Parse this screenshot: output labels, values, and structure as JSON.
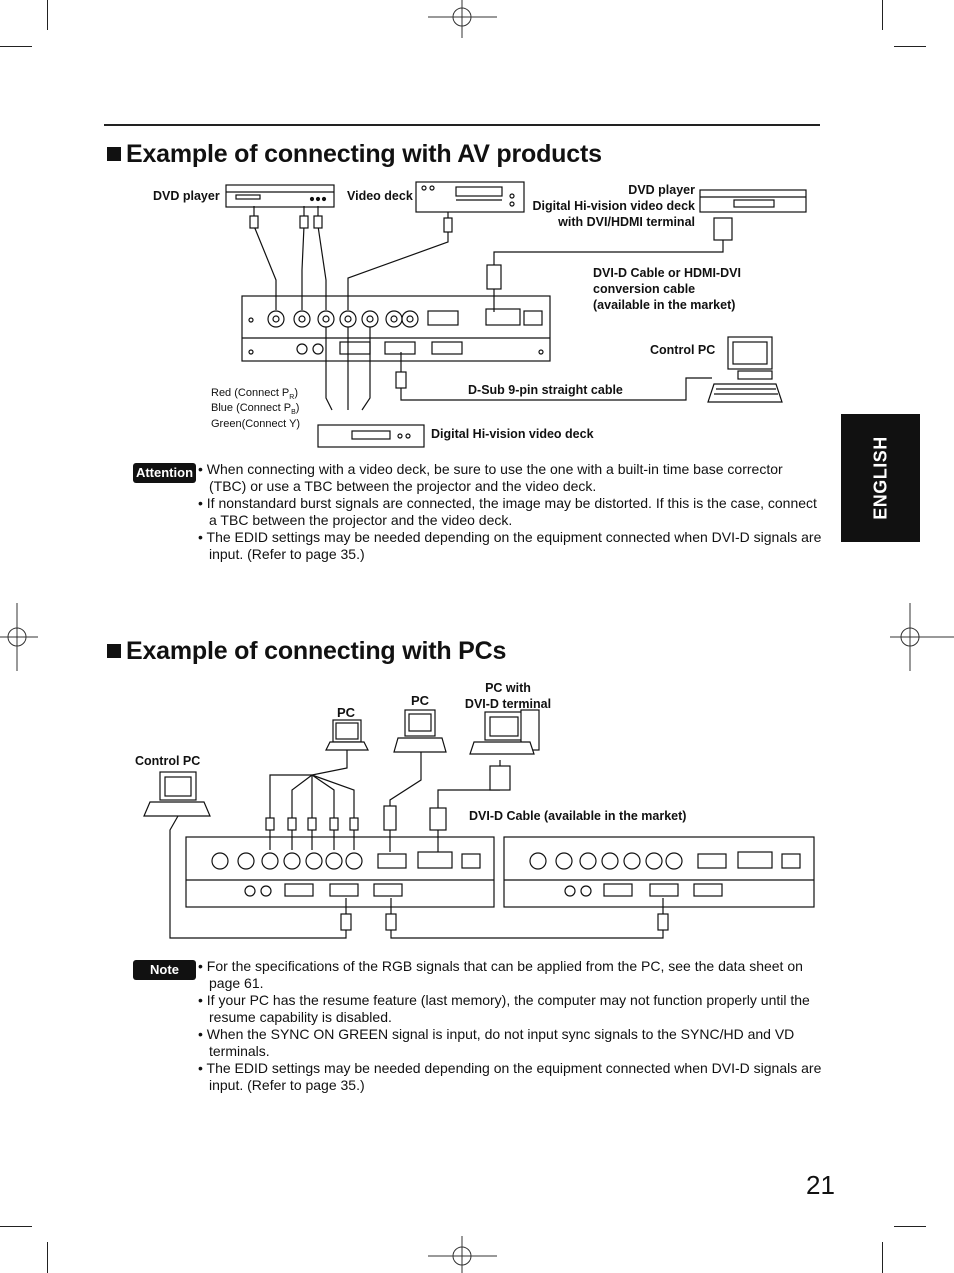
{
  "av_section": {
    "title": "Example of connecting with AV products",
    "labels": {
      "dvd_player": "DVD player",
      "video_deck": "Video deck",
      "dvd_digital": [
        "DVD  player",
        "Digital Hi-vision video deck",
        "with DVI/HDMI terminal"
      ],
      "dvi_cable": [
        "DVI-D Cable or HDMI-DVI",
        "conversion cable",
        "(available in the market)"
      ],
      "control_pc": "Control PC",
      "dsub_cable": "D-Sub 9-pin straight cable",
      "digital_hivision_deck": "Digital Hi-vision video deck",
      "red_connect": "Red (Connect P",
      "red_sub": "R",
      "blue_connect": "Blue (Connect P",
      "blue_sub": "B",
      "green_connect": "Green(Connect Y)",
      "close_paren": ")"
    }
  },
  "attention": {
    "tag": "Attention",
    "items": [
      "• When connecting with a video deck, be sure to use the one with a built-in time base corrector (TBC) or use a TBC between the projector and the video deck.",
      "• If nonstandard burst signals are connected, the image may be distorted. If this is the case, connect a TBC between the projector and the video deck.",
      "• The EDID settings may be needed depending on the equipment connected when DVI-D signals are input. (Refer to page 35.)"
    ]
  },
  "side_tab": "ENGLISH",
  "pc_section": {
    "title": "Example of connecting with PCs",
    "labels": {
      "pc1": "PC",
      "pc2": "PC",
      "pc_dvi": [
        "PC with",
        "DVI-D terminal"
      ],
      "control_pc": "Control PC",
      "dvi_cable": "DVI-D Cable (available in the market)"
    }
  },
  "note": {
    "tag": "Note",
    "items": [
      "• For the specifications of the RGB signals that can be applied from the PC, see the data sheet on page 61.",
      "• If your PC has the resume feature (last memory), the computer may not function properly until the resume capability is disabled.",
      "• When the SYNC ON GREEN signal is input, do not input sync signals to the SYNC/HD and VD terminals.",
      "• The EDID settings may be needed depending on the equipment connected when DVI-D signals are input. (Refer to page 35.)"
    ]
  },
  "page_number": "21"
}
